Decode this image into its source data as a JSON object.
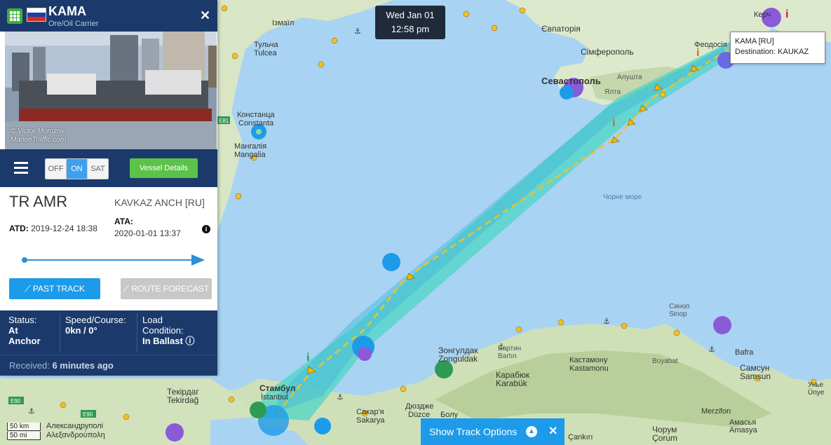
{
  "time": {
    "date": "Wed Jan 01",
    "clock": "12:58 pm"
  },
  "tooltip": {
    "line1": "KAMA [RU]",
    "line2": "Destination: KAUKAZ"
  },
  "vessel": {
    "name": "KAMA",
    "type": "Ore/Oil Carrier",
    "flag_colors": [
      "#ffffff",
      "#1c3fa8",
      "#d52b1e"
    ],
    "photo_credit_1": "© Victor Morozov",
    "photo_credit_2": "MarineTraffic.com"
  },
  "toolbar": {
    "segments": [
      "OFF",
      "ON",
      "SAT"
    ],
    "active_segment": "ON",
    "details_label": "Vessel Details"
  },
  "route": {
    "from": "TR AMR",
    "to": "KAVKAZ ANCH [RU]",
    "atd_label": "ATD:",
    "atd_value": "2019-12-24 18:38",
    "ata_label": "ATA:",
    "ata_value": "2020-01-01 13:37",
    "progress": 1.0,
    "past_track_label": "PAST TRACK",
    "route_forecast_label": "ROUTE FORECAST"
  },
  "status": {
    "status_label": "Status:",
    "status_value_1": "At",
    "status_value_2": "Anchor",
    "speed_label": "Speed/Course:",
    "speed_value": "0kn / 0°",
    "load_label_1": "Load",
    "load_label_2": "Condition:",
    "load_value": "In Ballast"
  },
  "received": {
    "label": "Received:",
    "value": "6 minutes ago"
  },
  "track_options": {
    "label": "Show Track Options"
  },
  "scale": {
    "km": "50 km",
    "mi": "50 mi"
  },
  "map_labels": {
    "izmail": "Ізмаїл",
    "tulcha": "Тульча",
    "tulcea": "Tulcea",
    "evpatoria": "Євпаторія",
    "simferopol": "Сімферополь",
    "feodosia": "Феодосія",
    "kerch": "Керч",
    "sevastopol": "Севастополь",
    "alushta": "Алушта",
    "yalta": "Ялта",
    "konstanta": "Констанца",
    "constanta": "Constanta",
    "mangalia_cyr": "Мангалія",
    "mangalia": "Mangalia",
    "black_sea": "Чорне море",
    "sinop_cyr": "Синоп",
    "sinop": "Sinop",
    "bafra": "Bafra",
    "samsun_cyr": "Самсун",
    "samsun": "Samsun",
    "unye_cyr": "Унье",
    "unye": "Ünye",
    "zonguldak_cyr": "Зонгулдак",
    "zonguldak": "Zonguldak",
    "bartin_cyr": "Бартин",
    "bartin": "Bartın",
    "karabuk_cyr": "Карабюк",
    "karabuk": "Karabük",
    "kastamonu_cyr": "Кастамону",
    "kastamonu": "Kastamonu",
    "boyabat": "Boyabat",
    "tekirdag_cyr": "Текірдаг",
    "tekirdag": "Tekirdağ",
    "istanbul_cyr": "Стамбул",
    "istanbul": "İstanbul",
    "sakarya_cyr": "Сакар'я",
    "sakarya": "Sakarya",
    "duzce_cyr": "Дюздже",
    "duzce": "Düzce",
    "bolu_cyr": "Болу",
    "corum_cyr": "Чорум",
    "corum": "Çorum",
    "merzifon": "Merzifon",
    "amasya_cyr": "Амасья",
    "amasya": "Amasya",
    "cankiri": "Çankırı",
    "alexandroupoli_cyr": "Александруполі",
    "alexandroupoli": "Αλεξανδρούπολη",
    "e90": "E90",
    "e81": "E81"
  },
  "colors": {
    "panel_navy": "#1b3a6b",
    "accent_blue": "#1d9bea",
    "green": "#5cc34a",
    "sea": "#a9d3f2",
    "track_corridor": "#4fd6c6"
  }
}
